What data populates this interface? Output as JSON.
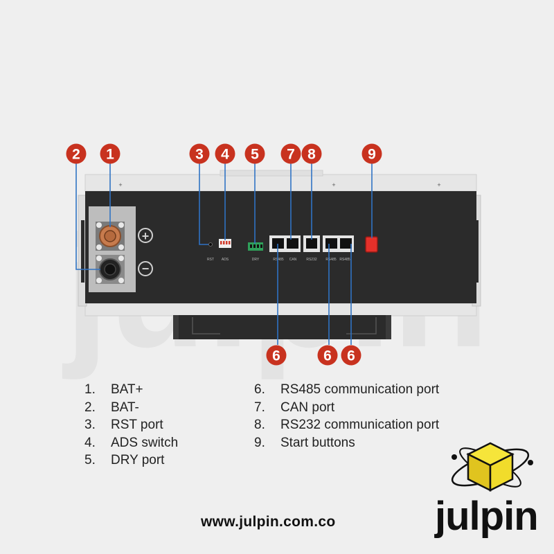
{
  "watermark": "julpin",
  "panel_labels": {
    "rst": "RST",
    "ads": "ADS",
    "dry": "DRY",
    "rs485_a": "RS485",
    "can": "CAN",
    "rs232": "RS232",
    "rs485_b": "RS485",
    "rs485_c": "RS485"
  },
  "terminal_symbols": {
    "plus": "+",
    "minus": "−"
  },
  "callouts": {
    "c1": "1",
    "c2": "2",
    "c3": "3",
    "c4": "4",
    "c5": "5",
    "c7": "7",
    "c8": "8",
    "c9": "9",
    "c6a": "6",
    "c6b": "6",
    "c6c": "6"
  },
  "legend_left": [
    {
      "num": "1.",
      "label": "BAT+"
    },
    {
      "num": "2.",
      "label": "BAT-"
    },
    {
      "num": "3.",
      "label": "RST port"
    },
    {
      "num": "4.",
      "label": "ADS switch"
    },
    {
      "num": "5.",
      "label": "DRY port"
    }
  ],
  "legend_right": [
    {
      "num": "6.",
      "label": "RS485 communication port"
    },
    {
      "num": "7.",
      "label": "CAN port"
    },
    {
      "num": "8.",
      "label": "RS232 communication port"
    },
    {
      "num": "9.",
      "label": "Start buttons"
    }
  ],
  "website": "www.julpin.com.co",
  "brand": "julpin",
  "colors": {
    "callout": "#c8321f",
    "leader": "#2f73c4",
    "panel": "#2b2b2b",
    "background": "#efefef",
    "start_button": "#e5302a",
    "logo_cube": "#f1dc2b"
  }
}
